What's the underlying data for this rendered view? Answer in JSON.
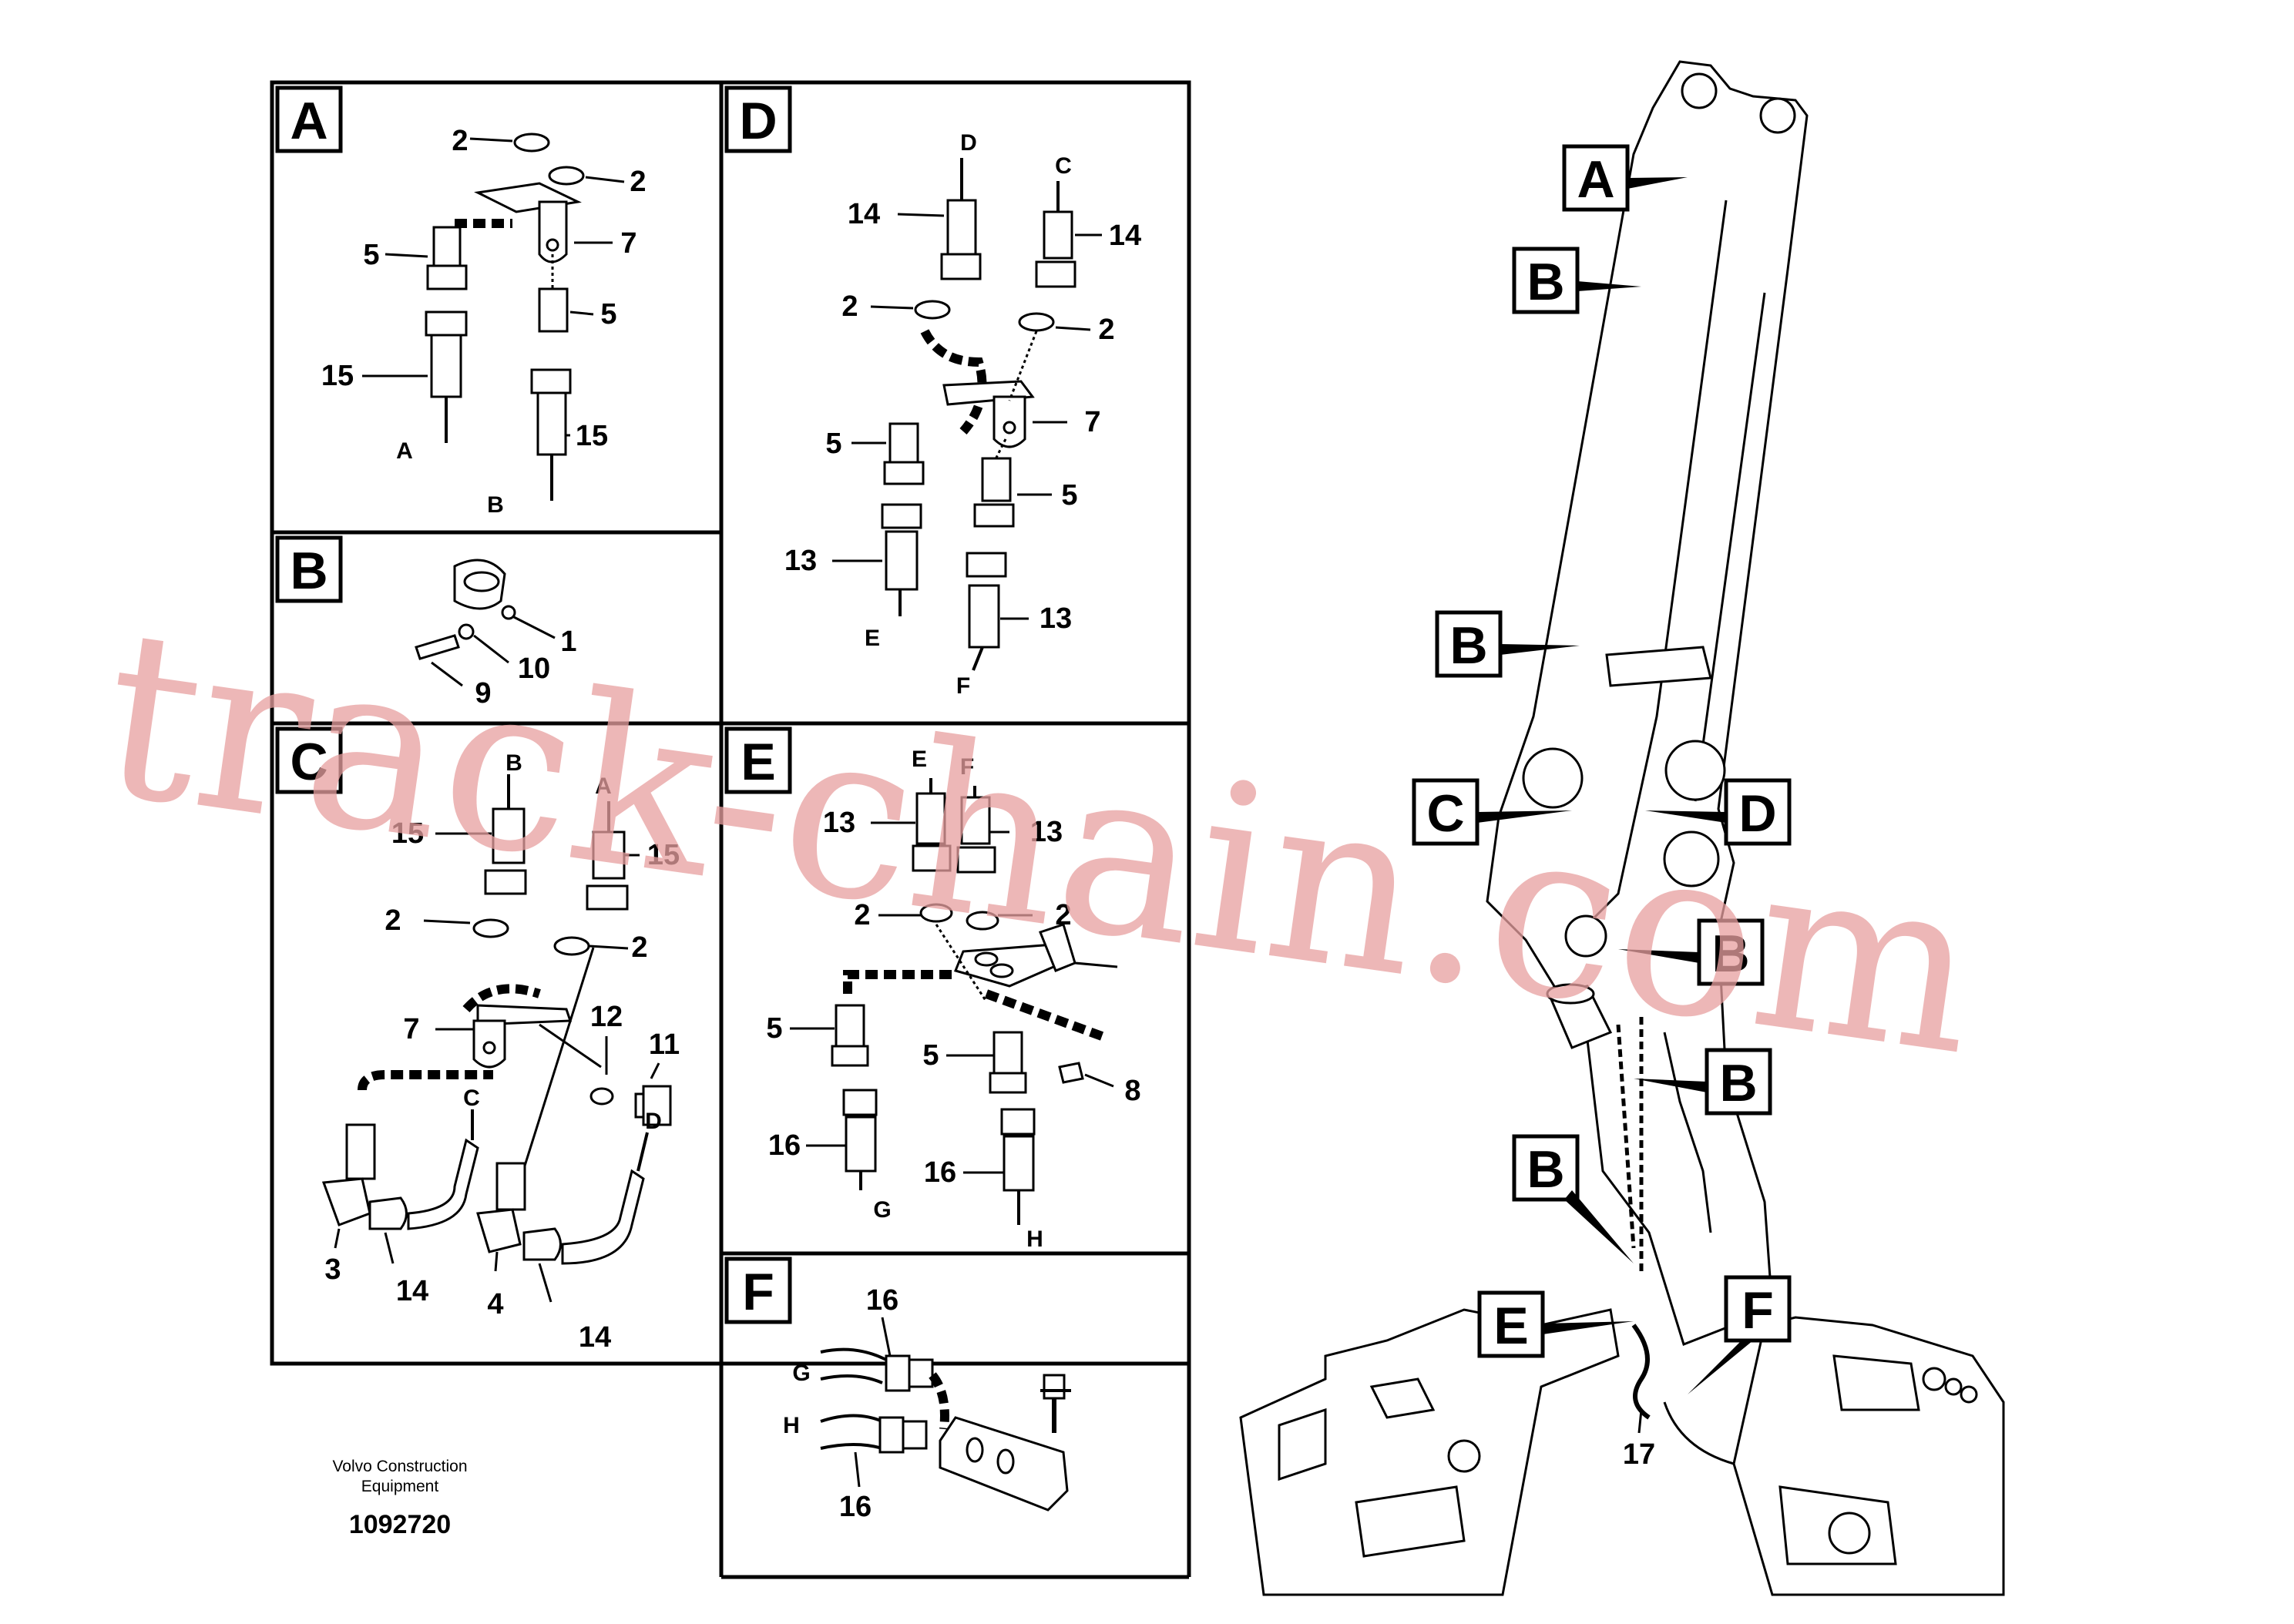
{
  "panels": [
    {
      "id": "A",
      "label": "A",
      "callouts": [
        "2",
        "2",
        "5",
        "7",
        "5",
        "15",
        "15"
      ],
      "ends": [
        "A",
        "B"
      ]
    },
    {
      "id": "B",
      "label": "B",
      "callouts": [
        "1",
        "10",
        "9"
      ],
      "ends": []
    },
    {
      "id": "C",
      "label": "C",
      "callouts": [
        "15",
        "15",
        "2",
        "2",
        "7",
        "12",
        "11",
        "3",
        "14",
        "4",
        "14"
      ],
      "ends": [
        "B",
        "A",
        "C",
        "D"
      ]
    },
    {
      "id": "D",
      "label": "D",
      "callouts": [
        "14",
        "14",
        "2",
        "2",
        "7",
        "5",
        "5",
        "13",
        "13"
      ],
      "ends": [
        "D",
        "C",
        "E",
        "F"
      ]
    },
    {
      "id": "E",
      "label": "E",
      "callouts": [
        "13",
        "13",
        "2",
        "2",
        "5",
        "5",
        "8",
        "16",
        "16"
      ],
      "ends": [
        "E",
        "F",
        "G",
        "H"
      ]
    },
    {
      "id": "F",
      "label": "F",
      "callouts": [
        "16",
        "16"
      ],
      "ends": [
        "G",
        "H"
      ]
    }
  ],
  "overview_tags": [
    "A",
    "B",
    "B",
    "C",
    "D",
    "B",
    "B",
    "B",
    "E",
    "F"
  ],
  "overview_item": "17",
  "credit": {
    "line1": "Volvo Construction",
    "line2": "Equipment",
    "part_number": "1092720"
  },
  "watermark": "track-chain.com",
  "colors": {
    "line": "#000000",
    "watermark": "#e8a0a0",
    "background": "#ffffff"
  }
}
